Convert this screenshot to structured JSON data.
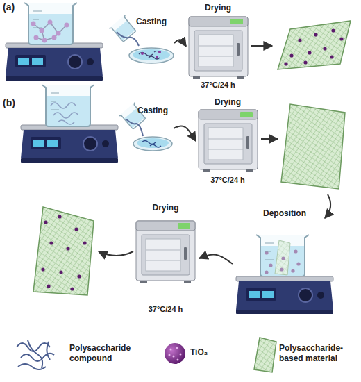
{
  "diagram": {
    "nodes": [
      {
        "text": [
          "Casting"
        ]
      },
      {
        "text": [
          "Drying",
          "37°C/24 h"
        ]
      },
      {
        "text": [
          "Casting"
        ]
      },
      {
        "text": [
          "Drying",
          "37°C/24 h"
        ]
      },
      {
        "text": [
          "Deposition"
        ]
      },
      {
        "text": [
          "Drying",
          "37°C/24 h"
        ]
      }
    ],
    "edges": [
      {
        "from": 0,
        "to": 1,
        "arrow": "to"
      },
      {
        "from": 2,
        "to": 3,
        "arrow": "to"
      },
      {
        "from": 4,
        "to": 5,
        "arrow": "to"
      }
    ],
    "labels": [
      "(a)",
      "(b)"
    ],
    "legend": [
      {
        "text": "Polysaccharide compound"
      },
      {
        "text": "TiO₂"
      },
      {
        "text": "Polysaccharide-based material"
      }
    ]
  }
}
